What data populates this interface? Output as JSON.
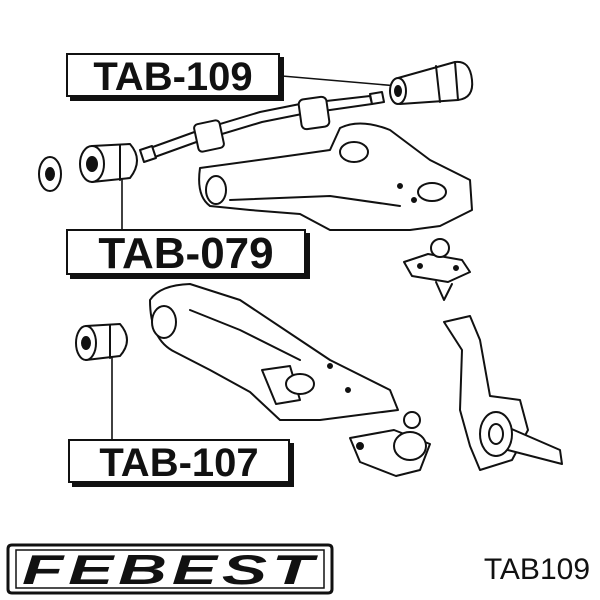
{
  "callouts": {
    "upper_bushing": "TAB-109",
    "upper_arm_bushing": "TAB-079",
    "lower_arm_bushing": "TAB-107"
  },
  "brand": {
    "logo_text": "FEBEST",
    "logo_color": "#111111"
  },
  "part_code": "TAB109",
  "colors": {
    "ink": "#111111",
    "paper": "#ffffff"
  }
}
